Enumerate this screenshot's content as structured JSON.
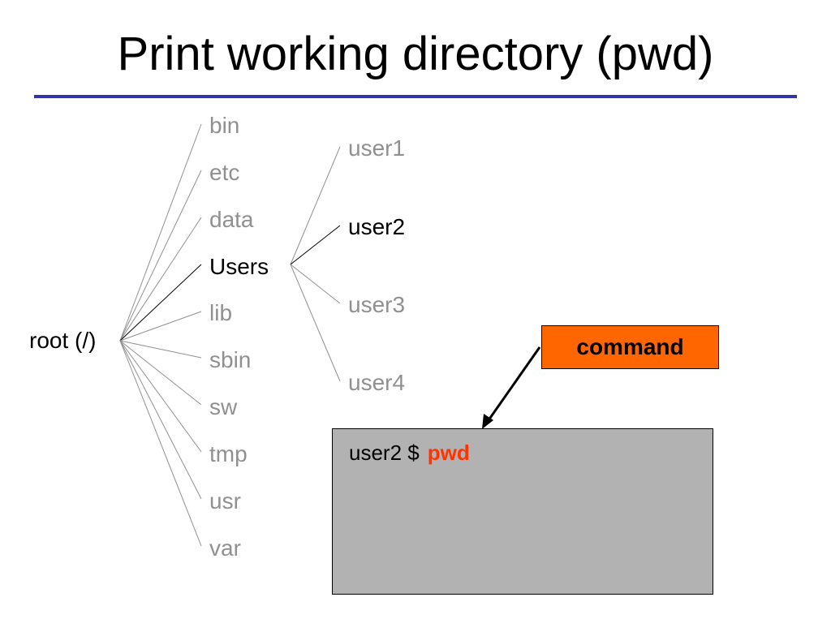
{
  "title": "Print working directory (pwd)",
  "tree": {
    "root": "root (/)",
    "level1": [
      "bin",
      "etc",
      "data",
      "Users",
      "lib",
      "sbin",
      "sw",
      "tmp",
      "usr",
      "var"
    ],
    "level1_highlight": "Users",
    "level2": [
      "user1",
      "user2",
      "user3",
      "user4"
    ],
    "level2_highlight": "user2"
  },
  "callout": {
    "label": "command"
  },
  "terminal": {
    "prompt": "user2 $",
    "command": "pwd"
  },
  "colors": {
    "title_rule": "#3333aa",
    "highlight_text": "#000000",
    "dim_text": "#909090",
    "callout_fill": "#ff6600",
    "command_text": "#ff3300",
    "terminal_bg": "#b2b2b2"
  }
}
